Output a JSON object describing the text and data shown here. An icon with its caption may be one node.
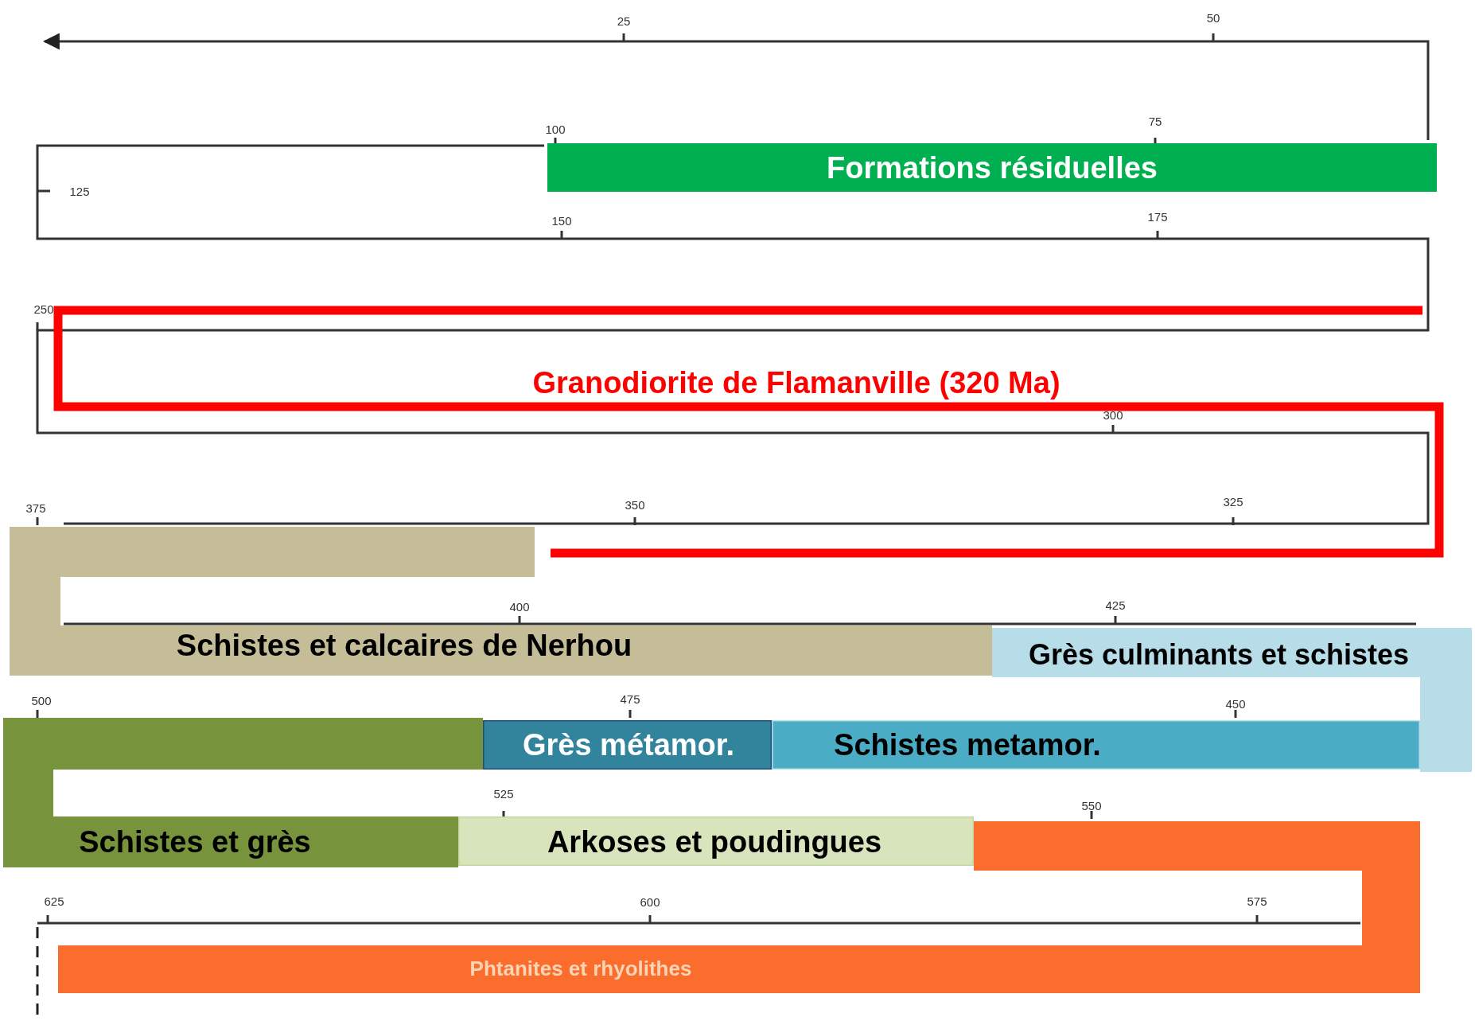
{
  "diagram": {
    "nodes": [
      {
        "text": [
          "Formations résiduelles"
        ]
      },
      {
        "text": [
          "Granodiorite de Flamanville (320 Ma)"
        ]
      },
      {
        "text": [
          "Schistes et calcaires de Nerhou"
        ]
      },
      {
        "text": [
          "Grès culminants et schistes"
        ]
      },
      {
        "text": [
          "Grès métamor."
        ]
      },
      {
        "text": [
          "Schistes metamor."
        ]
      },
      {
        "text": [
          "Schistes et grès"
        ]
      },
      {
        "text": [
          "Arkoses et poudingues"
        ]
      },
      {
        "text": [
          "Phtanites et rhyolithes"
        ]
      }
    ],
    "edges": [],
    "labels": [
      "25",
      "50",
      "100",
      "75",
      "125",
      "150",
      "175",
      "250",
      "300",
      "375",
      "350",
      "325",
      "400",
      "425",
      "500",
      "475",
      "450",
      "525",
      "550",
      "625",
      "600",
      "575"
    ]
  }
}
